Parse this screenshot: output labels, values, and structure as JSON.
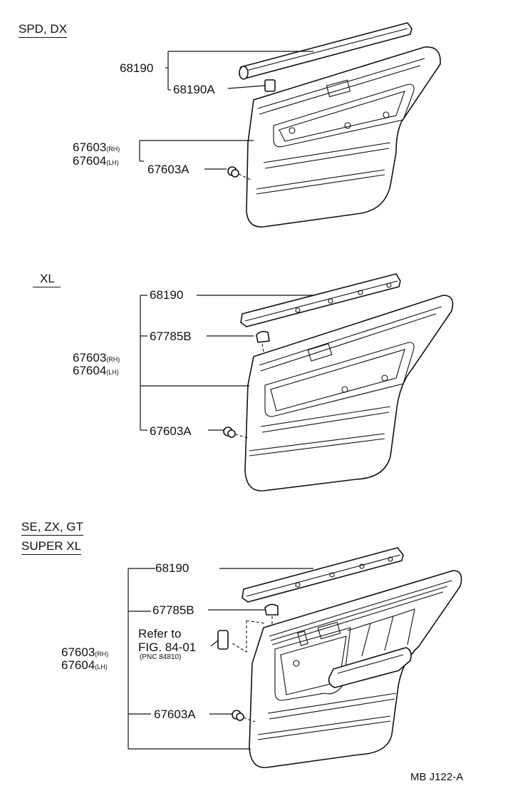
{
  "figure_code": "MB J122-A",
  "sections": [
    {
      "headings": [
        "SPD, DX"
      ],
      "labels": {
        "molding": "68190",
        "clip_molding": "68190A",
        "panel_rh": "67603",
        "panel_lh": "67604",
        "clip": "67603A"
      }
    },
    {
      "headings": [
        "XL"
      ],
      "labels": {
        "molding": "68190",
        "retainer": "67785B",
        "panel_rh": "67603",
        "panel_lh": "67604",
        "clip": "67603A"
      }
    },
    {
      "headings": [
        "SE, ZX, GT",
        "SUPER XL"
      ],
      "labels": {
        "molding": "68190",
        "retainer": "67785B",
        "refer_line1": "Refer to",
        "refer_line2": "FIG. 84-01",
        "refer_pnc": "(PNC 84810)",
        "panel_rh": "67603",
        "panel_lh": "67604",
        "clip": "67603A"
      }
    }
  ],
  "side_marks": {
    "rh": "(RH)",
    "lh": "(LH)"
  }
}
